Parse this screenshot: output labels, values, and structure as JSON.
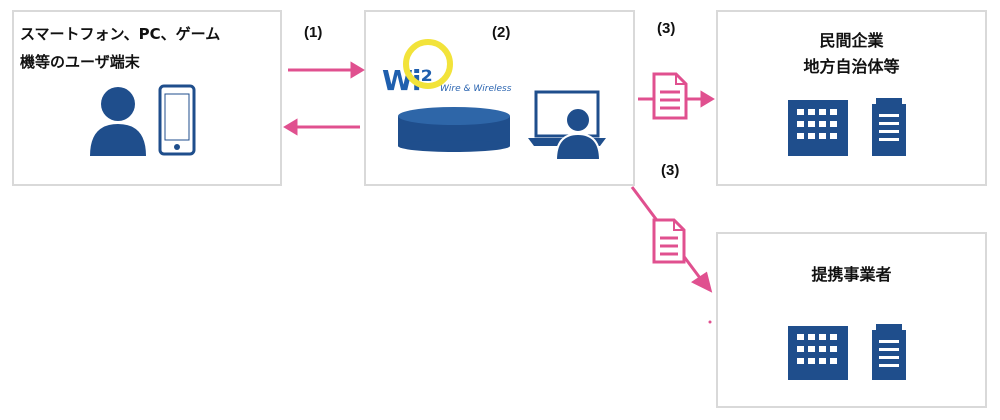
{
  "user_device": {
    "line1": "スマートフォン、PC、ゲーム",
    "line2": "機等のユーザ端末"
  },
  "provider": {
    "logo_mark": "Wi²",
    "logo_text": "Wire & Wireless"
  },
  "private_org": {
    "line1": "民間企業",
    "line2": "地方自治体等"
  },
  "partner": {
    "title": "提携事業者"
  },
  "steps": {
    "s1": "(1)",
    "s2": "(2)",
    "s3a": "(3)",
    "s3b": "(3)"
  },
  "colors": {
    "navy": "#1f4e8c",
    "pink": "#e0508f",
    "logo_yellow": "#f2e33a",
    "border": "#d9d9d9"
  },
  "icons": {
    "user": "person-icon",
    "phone": "smartphone-icon",
    "database": "database-icon",
    "laptop_user": "laptop-user-icon",
    "document": "document-icon",
    "building_large": "office-building-icon",
    "building_small": "small-building-icon"
  }
}
